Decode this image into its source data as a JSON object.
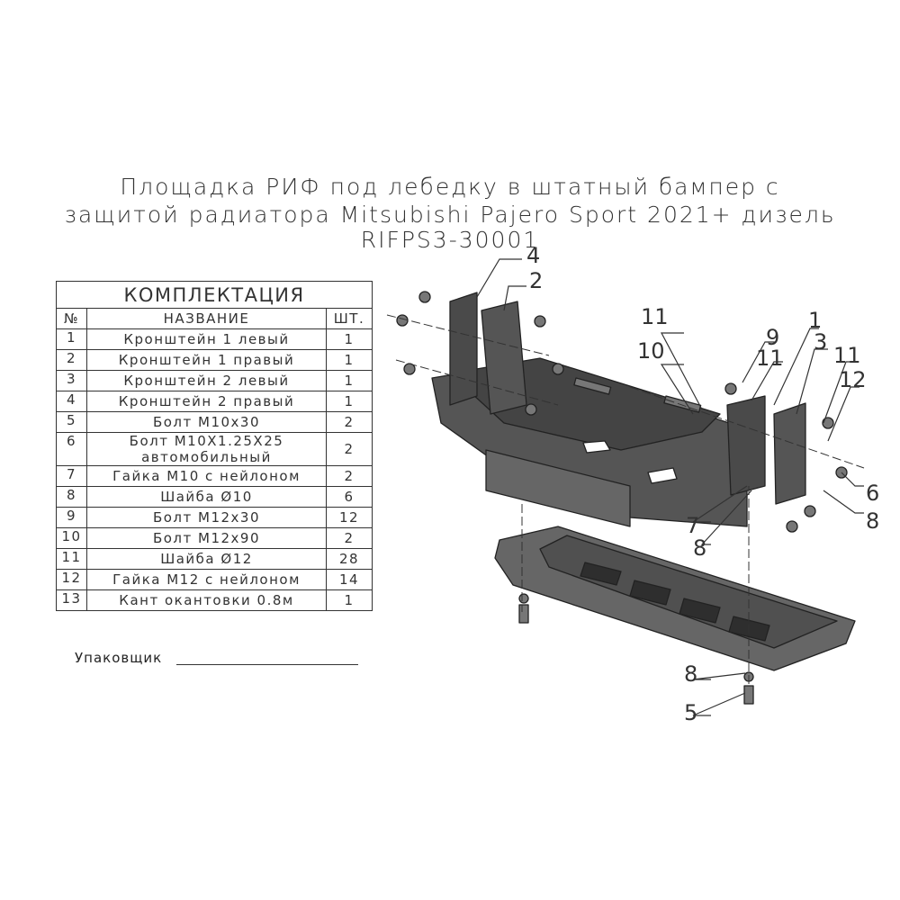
{
  "title": {
    "line1": "Площадка РИФ под лебедку в штатный бампер с",
    "line2": "защитой радиатора Mitsubishi Pajero Sport 2021+ дизель",
    "line3": "RIFPS3-30001"
  },
  "table": {
    "caption": "КОМПЛЕКТАЦИЯ",
    "headers": [
      "№",
      "НАЗВАНИЕ",
      "ШТ."
    ],
    "rows": [
      {
        "n": "1",
        "name": "Кронштейн 1 левый",
        "qty": "1"
      },
      {
        "n": "2",
        "name": "Кронштейн 1 правый",
        "qty": "1"
      },
      {
        "n": "3",
        "name": "Кронштейн 2 левый",
        "qty": "1"
      },
      {
        "n": "4",
        "name": "Кронштейн 2 правый",
        "qty": "1"
      },
      {
        "n": "5",
        "name": "Болт М10х30",
        "qty": "2"
      },
      {
        "n": "6",
        "name": "Болт М10Х1.25Х25 автомобильный",
        "qty": "2"
      },
      {
        "n": "7",
        "name": "Гайка М10 с нейлоном",
        "qty": "2"
      },
      {
        "n": "8",
        "name": "Шайба Ø10",
        "qty": "6"
      },
      {
        "n": "9",
        "name": "Болт М12х30",
        "qty": "12"
      },
      {
        "n": "10",
        "name": "Болт М12х90",
        "qty": "2"
      },
      {
        "n": "11",
        "name": "Шайба Ø12",
        "qty": "28"
      },
      {
        "n": "12",
        "name": "Гайка М12 с нейлоном",
        "qty": "14"
      },
      {
        "n": "13",
        "name": "Кант окантовки 0.8м",
        "qty": "1"
      }
    ]
  },
  "packer_label": "Упаковщик",
  "callouts": [
    "4",
    "2",
    "11",
    "10",
    "9",
    "11",
    "1",
    "3",
    "11",
    "12",
    "6",
    "8",
    "7",
    "8",
    "8",
    "5"
  ]
}
